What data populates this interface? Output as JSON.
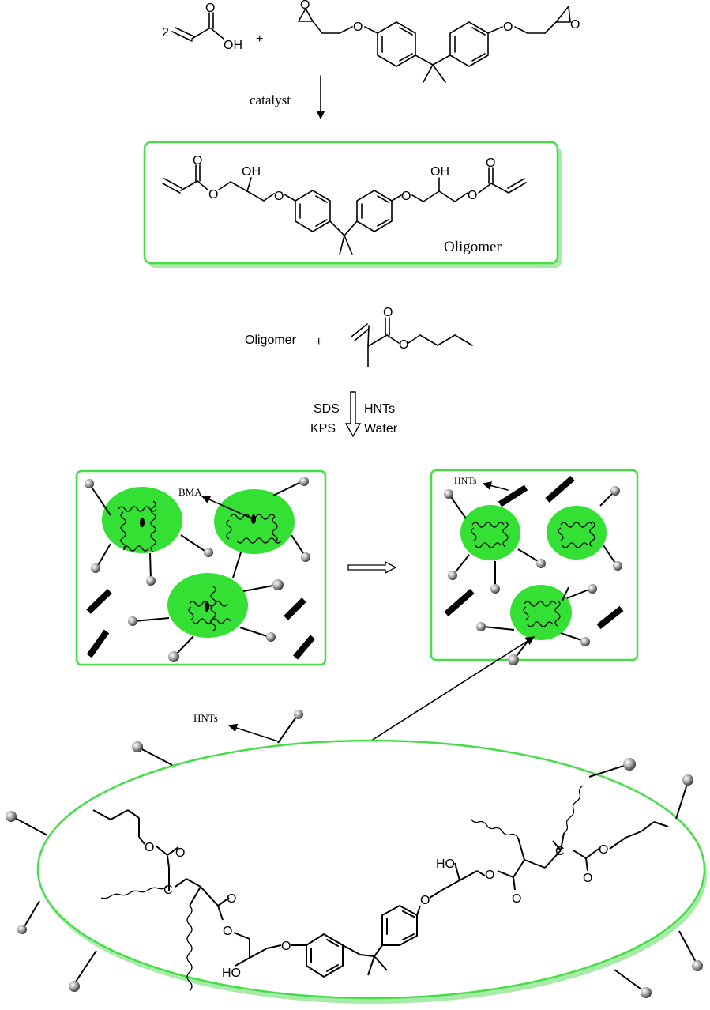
{
  "reaction1": {
    "coefficient": "2",
    "hydroxyl": "OH",
    "oxygen": "O",
    "plus": "+",
    "condition": "catalyst"
  },
  "oligomer_box": {
    "hydroxyl": "OH",
    "oxygen": "O",
    "label": "Oligomer"
  },
  "reaction2": {
    "reactant": "Oligomer",
    "plus": "+",
    "oxygen": "O",
    "conditions_left": [
      "SDS",
      "KPS"
    ],
    "conditions_right": [
      "HNTs",
      "Water"
    ]
  },
  "emulsion_left": {
    "arrow_label": "BMA"
  },
  "emulsion_right": {
    "arrow_label": "HNTs"
  },
  "particle": {
    "arrow_label": "HNTs",
    "hydroxyl": "HO",
    "oxygen": "O",
    "carbon": "C"
  },
  "colors": {
    "particle_fill": "#33e033",
    "box_border": "#44dd44",
    "box_shadow": "#a8eaa8",
    "sphere": "#9a9a9a"
  }
}
